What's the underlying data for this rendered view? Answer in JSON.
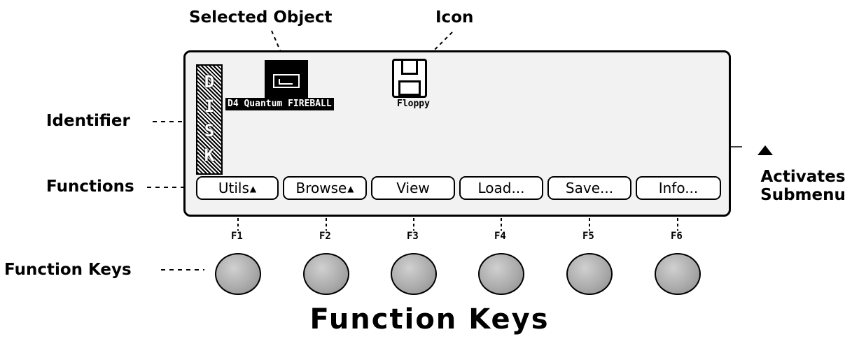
{
  "callouts": {
    "selected_object": "Selected Object",
    "icon": "Icon",
    "identifier": "Identifier",
    "functions": "Functions",
    "activates_line1": "Activates",
    "activates_line2": "Submenu",
    "function_keys": "Function Keys"
  },
  "display": {
    "identifier_letters": "DISK",
    "objects": [
      {
        "label": "D4 Quantum FIREBALL",
        "icon": "hard-drive-icon",
        "selected": true
      },
      {
        "label": "Floppy",
        "icon": "floppy-disk-icon",
        "selected": false
      }
    ],
    "functions": [
      {
        "label": "Utils",
        "submenu": true
      },
      {
        "label": "Browse",
        "submenu": true
      },
      {
        "label": "View",
        "submenu": false
      },
      {
        "label": "Load...",
        "submenu": false
      },
      {
        "label": "Save...",
        "submenu": false
      },
      {
        "label": "Info...",
        "submenu": false
      }
    ]
  },
  "keys": [
    "F1",
    "F2",
    "F3",
    "F4",
    "F5",
    "F6"
  ],
  "submenu_symbol": "▲",
  "title": "Function Keys"
}
